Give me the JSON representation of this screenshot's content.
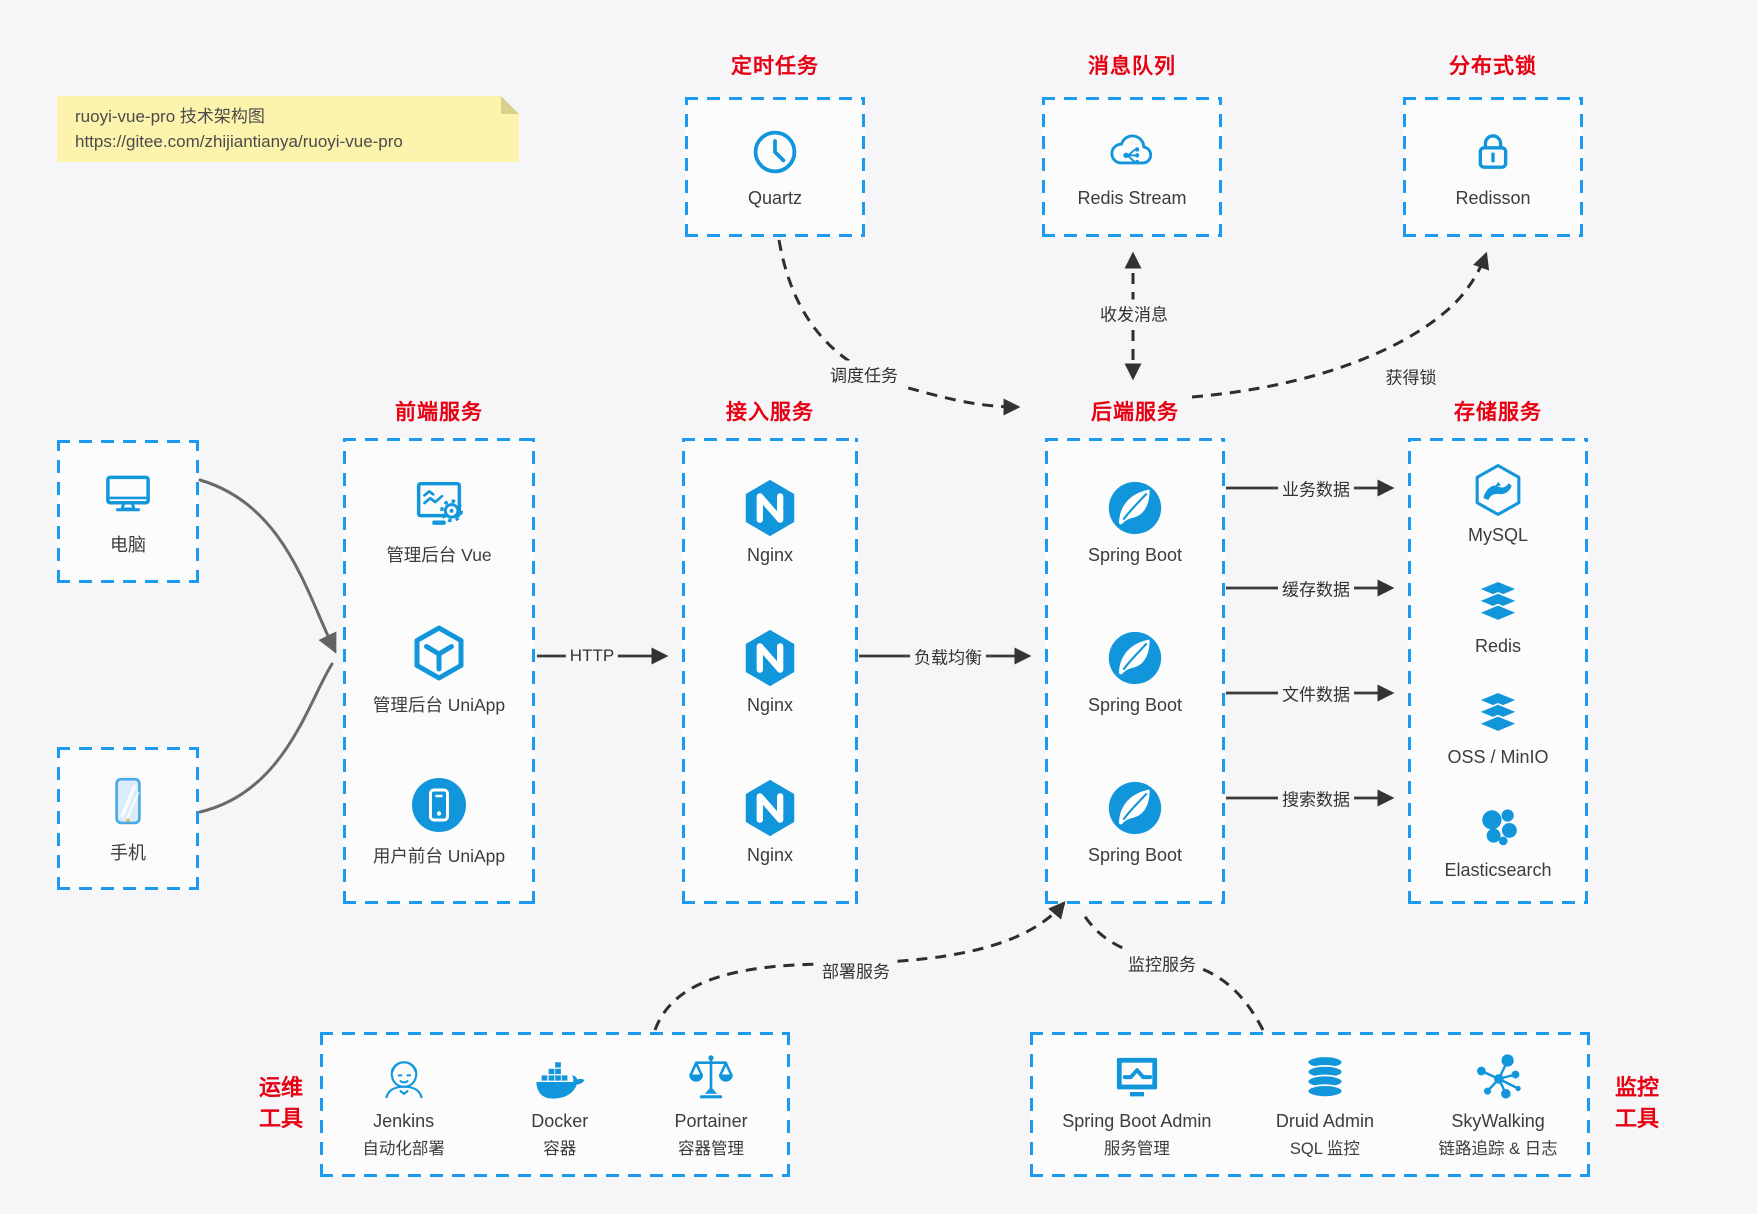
{
  "note": {
    "line1": "ruoyi-vue-pro 技术架构图",
    "line2": "https://gitee.com/zhijiantianya/ruoyi-vue-pro"
  },
  "colors": {
    "accent_blue": "#1296db",
    "dash_border_blue": "#1b9af0",
    "title_red": "#e60012",
    "note_bg": "#fcf4ad",
    "arrow_black": "#3a3a3a",
    "arrow_gray": "#6a6a6a"
  },
  "top_groups": [
    {
      "title": "定时任务",
      "icon": "clock-icon",
      "label": "Quartz"
    },
    {
      "title": "消息队列",
      "icon": "cloud-stream-icon",
      "label": "Redis Stream"
    },
    {
      "title": "分布式锁",
      "icon": "lock-icon",
      "label": "Redisson"
    }
  ],
  "clients": [
    {
      "icon": "desktop-icon",
      "label": "电脑"
    },
    {
      "icon": "smartphone-icon",
      "label": "手机"
    }
  ],
  "columns": [
    {
      "title": "前端服务",
      "items": [
        {
          "icon": "admin-vue-icon",
          "label": "管理后台 Vue"
        },
        {
          "icon": "uniapp-cube-icon",
          "label": "管理后台 UniApp"
        },
        {
          "icon": "user-app-icon",
          "label": "用户前台 UniApp"
        }
      ]
    },
    {
      "title": "接入服务",
      "items": [
        {
          "icon": "nginx-icon",
          "label": "Nginx"
        },
        {
          "icon": "nginx-icon",
          "label": "Nginx"
        },
        {
          "icon": "nginx-icon",
          "label": "Nginx"
        }
      ]
    },
    {
      "title": "后端服务",
      "items": [
        {
          "icon": "spring-boot-icon",
          "label": "Spring Boot"
        },
        {
          "icon": "spring-boot-icon",
          "label": "Spring Boot"
        },
        {
          "icon": "spring-boot-icon",
          "label": "Spring Boot"
        }
      ]
    },
    {
      "title": "存储服务",
      "items": [
        {
          "icon": "mysql-icon",
          "label": "MySQL"
        },
        {
          "icon": "redis-icon",
          "label": "Redis"
        },
        {
          "icon": "oss-icon",
          "label": "OSS / MinIO"
        },
        {
          "icon": "elasticsearch-icon",
          "label": "Elasticsearch"
        }
      ]
    }
  ],
  "edges": {
    "http": "HTTP",
    "load_balance": "负载均衡",
    "schedule": "调度任务",
    "messages": "收发消息",
    "lock": "获得锁",
    "business": "业务数据",
    "cache": "缓存数据",
    "file": "文件数据",
    "search": "搜索数据",
    "deploy": "部署服务",
    "monitor": "监控服务"
  },
  "bottom_groups": [
    {
      "side_label": [
        "运维",
        "工具"
      ],
      "items": [
        {
          "icon": "jenkins-icon",
          "label": "Jenkins",
          "sublabel": "自动化部署"
        },
        {
          "icon": "docker-icon",
          "label": "Docker",
          "sublabel": "容器"
        },
        {
          "icon": "portainer-icon",
          "label": "Portainer",
          "sublabel": "容器管理"
        }
      ]
    },
    {
      "side_label": [
        "监控",
        "工具"
      ],
      "items": [
        {
          "icon": "spring-boot-admin-icon",
          "label": "Spring Boot Admin",
          "sublabel": "服务管理"
        },
        {
          "icon": "druid-icon",
          "label": "Druid Admin",
          "sublabel": "SQL 监控"
        },
        {
          "icon": "skywalking-icon",
          "label": "SkyWalking",
          "sublabel": "链路追踪 & 日志"
        }
      ]
    }
  ]
}
